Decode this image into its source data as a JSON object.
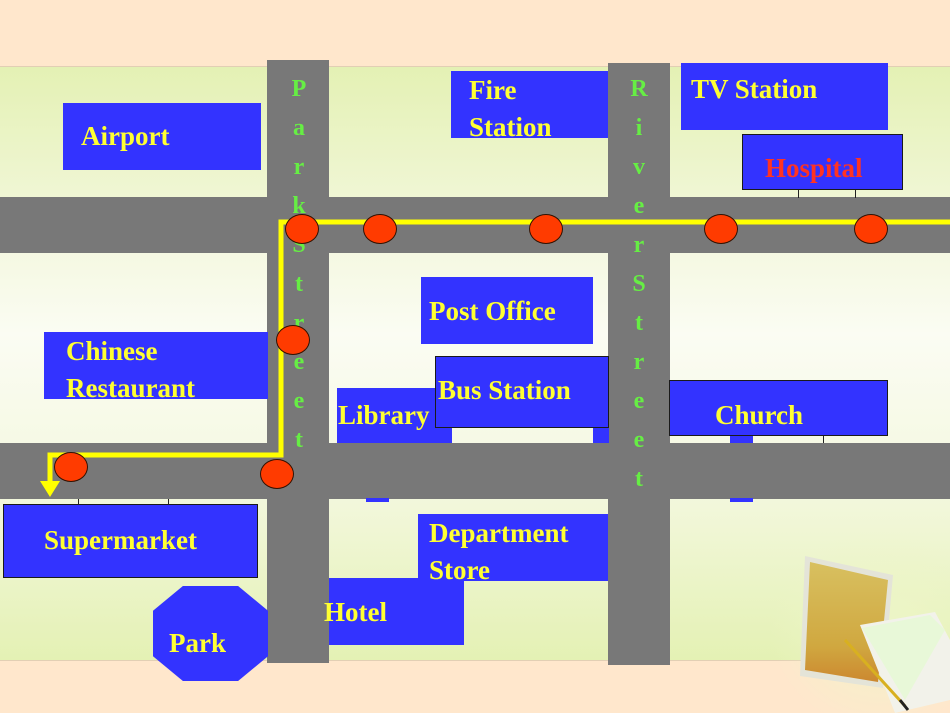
{
  "map": {
    "title": "",
    "streets": {
      "park_street": "ParkStreet",
      "river_street": "RiverStreet"
    },
    "buildings": {
      "airport": "Airport",
      "fire_station_line1": "Fire",
      "fire_station_line2": "Station",
      "tv_station": "TV Station",
      "hospital": "Hospital",
      "post_office": "Post Office",
      "chinese_restaurant_line1": "Chinese",
      "chinese_restaurant_line2": "Restaurant",
      "bus_station": "Bus Station",
      "library": "Library",
      "church": "Church",
      "supermarket": "Supermarket",
      "department_store_line1": "Department",
      "department_store_line2": "Store",
      "hotel": "Hotel",
      "park": "Park"
    },
    "colors": {
      "building_fill": "#3333ff",
      "building_text": "#ffff33",
      "hospital_text": "#ff3322",
      "street_text": "#66ee44",
      "road": "#787878",
      "route": "#ffff00",
      "marker": "#ff3b00"
    },
    "route": {
      "description": "Path from Hospital along the upper road, turning down Park Street, then west along the lower road to the Supermarket",
      "destination": "Supermarket"
    }
  }
}
